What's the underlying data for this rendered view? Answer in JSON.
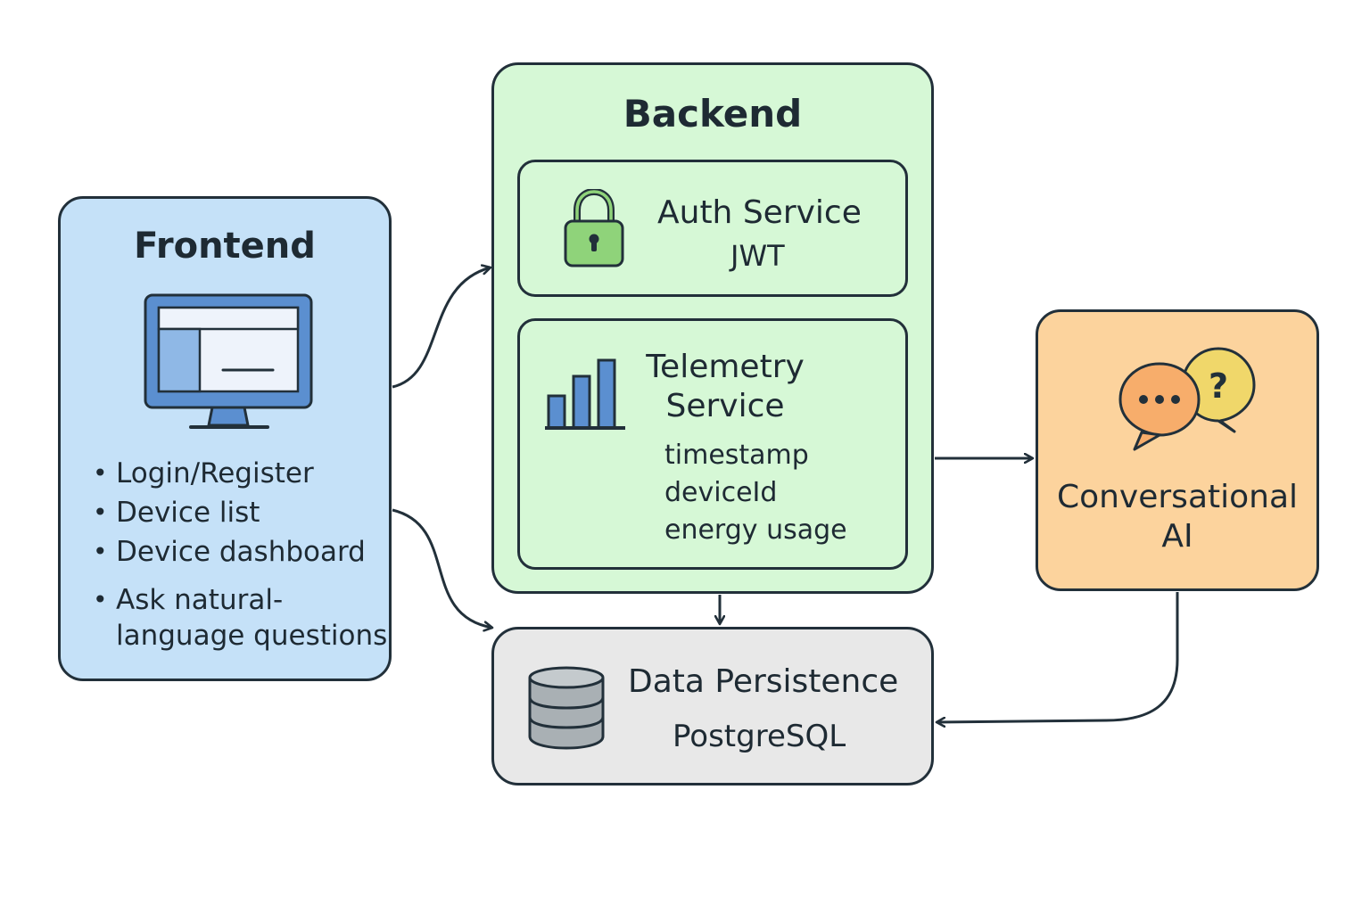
{
  "frontend": {
    "title": "Frontend",
    "items": [
      "Login/Register",
      "Device list",
      "Device dashboard",
      "Ask natural-\nlanguage questions"
    ]
  },
  "backend": {
    "title": "Backend",
    "auth": {
      "name": "Auth Service",
      "detail": "JWT"
    },
    "telemetry": {
      "name": "Telemetry\nService",
      "fields": [
        "timestamp",
        "deviceId",
        "energy usage"
      ]
    }
  },
  "ai": {
    "name": "Conversational\nAI"
  },
  "data": {
    "name": "Data Persistence",
    "detail": "PostgreSQL"
  },
  "icons": {
    "frontend": "monitor-icon",
    "auth": "lock-icon",
    "telemetry": "bar-chart-icon",
    "ai": "chat-bubbles-icon",
    "data": "database-icon"
  },
  "colors": {
    "frontend": "#c5e1f8",
    "backend": "#d6f8d6",
    "ai": "#fcd39d",
    "data": "#e8e8e8",
    "outline": "#22303a"
  }
}
